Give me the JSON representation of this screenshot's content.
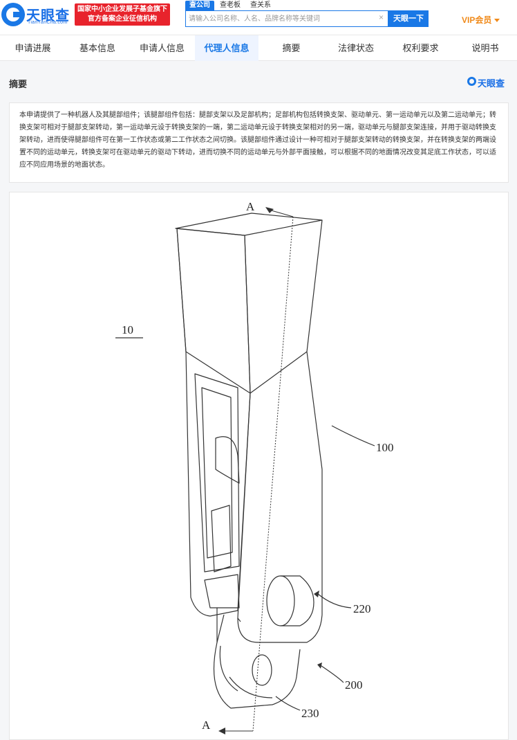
{
  "header": {
    "logo_text": "天眼查",
    "logo_sub": "TianYanCha.com",
    "badge_line1": "国家中小企业发展子基金旗下",
    "badge_line2": "官方备案企业征信机构",
    "search_tabs": [
      "查公司",
      "查老板",
      "查关系"
    ],
    "search_placeholder": "请输入公司名称、人名、品牌名称等关键词",
    "search_button": "天眼一下",
    "vip_label": "VIP会员",
    "accent_color": "#1a78e6"
  },
  "nav": {
    "items": [
      "申请进展",
      "基本信息",
      "申请人信息",
      "代理人信息",
      "摘要",
      "法律状态",
      "权利要求",
      "说明书"
    ],
    "active": "代理人信息"
  },
  "abstract": {
    "title": "摘要",
    "brand": "天眼查",
    "text": "本申请提供了一种机器人及其腿部组件；该腿部组件包括：腿部支架以及足部机构；足部机构包括转换支架、驱动单元、第一运动单元以及第二运动单元；转换支架可相对于腿部支架转动，第一运动单元设于转换支架的一端，第二运动单元设于转换支架相对的另一端，驱动单元与腿部支架连接，并用于驱动转换支架转动，进而使得腿部组件可在第一工作状态或第二工作状态之间切换。该腿部组件通过设计一种可相对于腿部支架转动的转换支架，并在转换支架的两端设置不同的运动单元，转换支架可在驱动单元的驱动下转动，进而切换不同的运动单元与外部平面接触，可以根据不同的地面情况改变其足底工作状态，可以适应不同应用场景的地面状态。"
  },
  "figure": {
    "labels": {
      "section_top": "A",
      "section_bottom": "A",
      "assembly": "10",
      "leg_bracket": "100",
      "drive_unit": "220",
      "foot_mechanism": "200",
      "motion_unit": "230"
    }
  }
}
